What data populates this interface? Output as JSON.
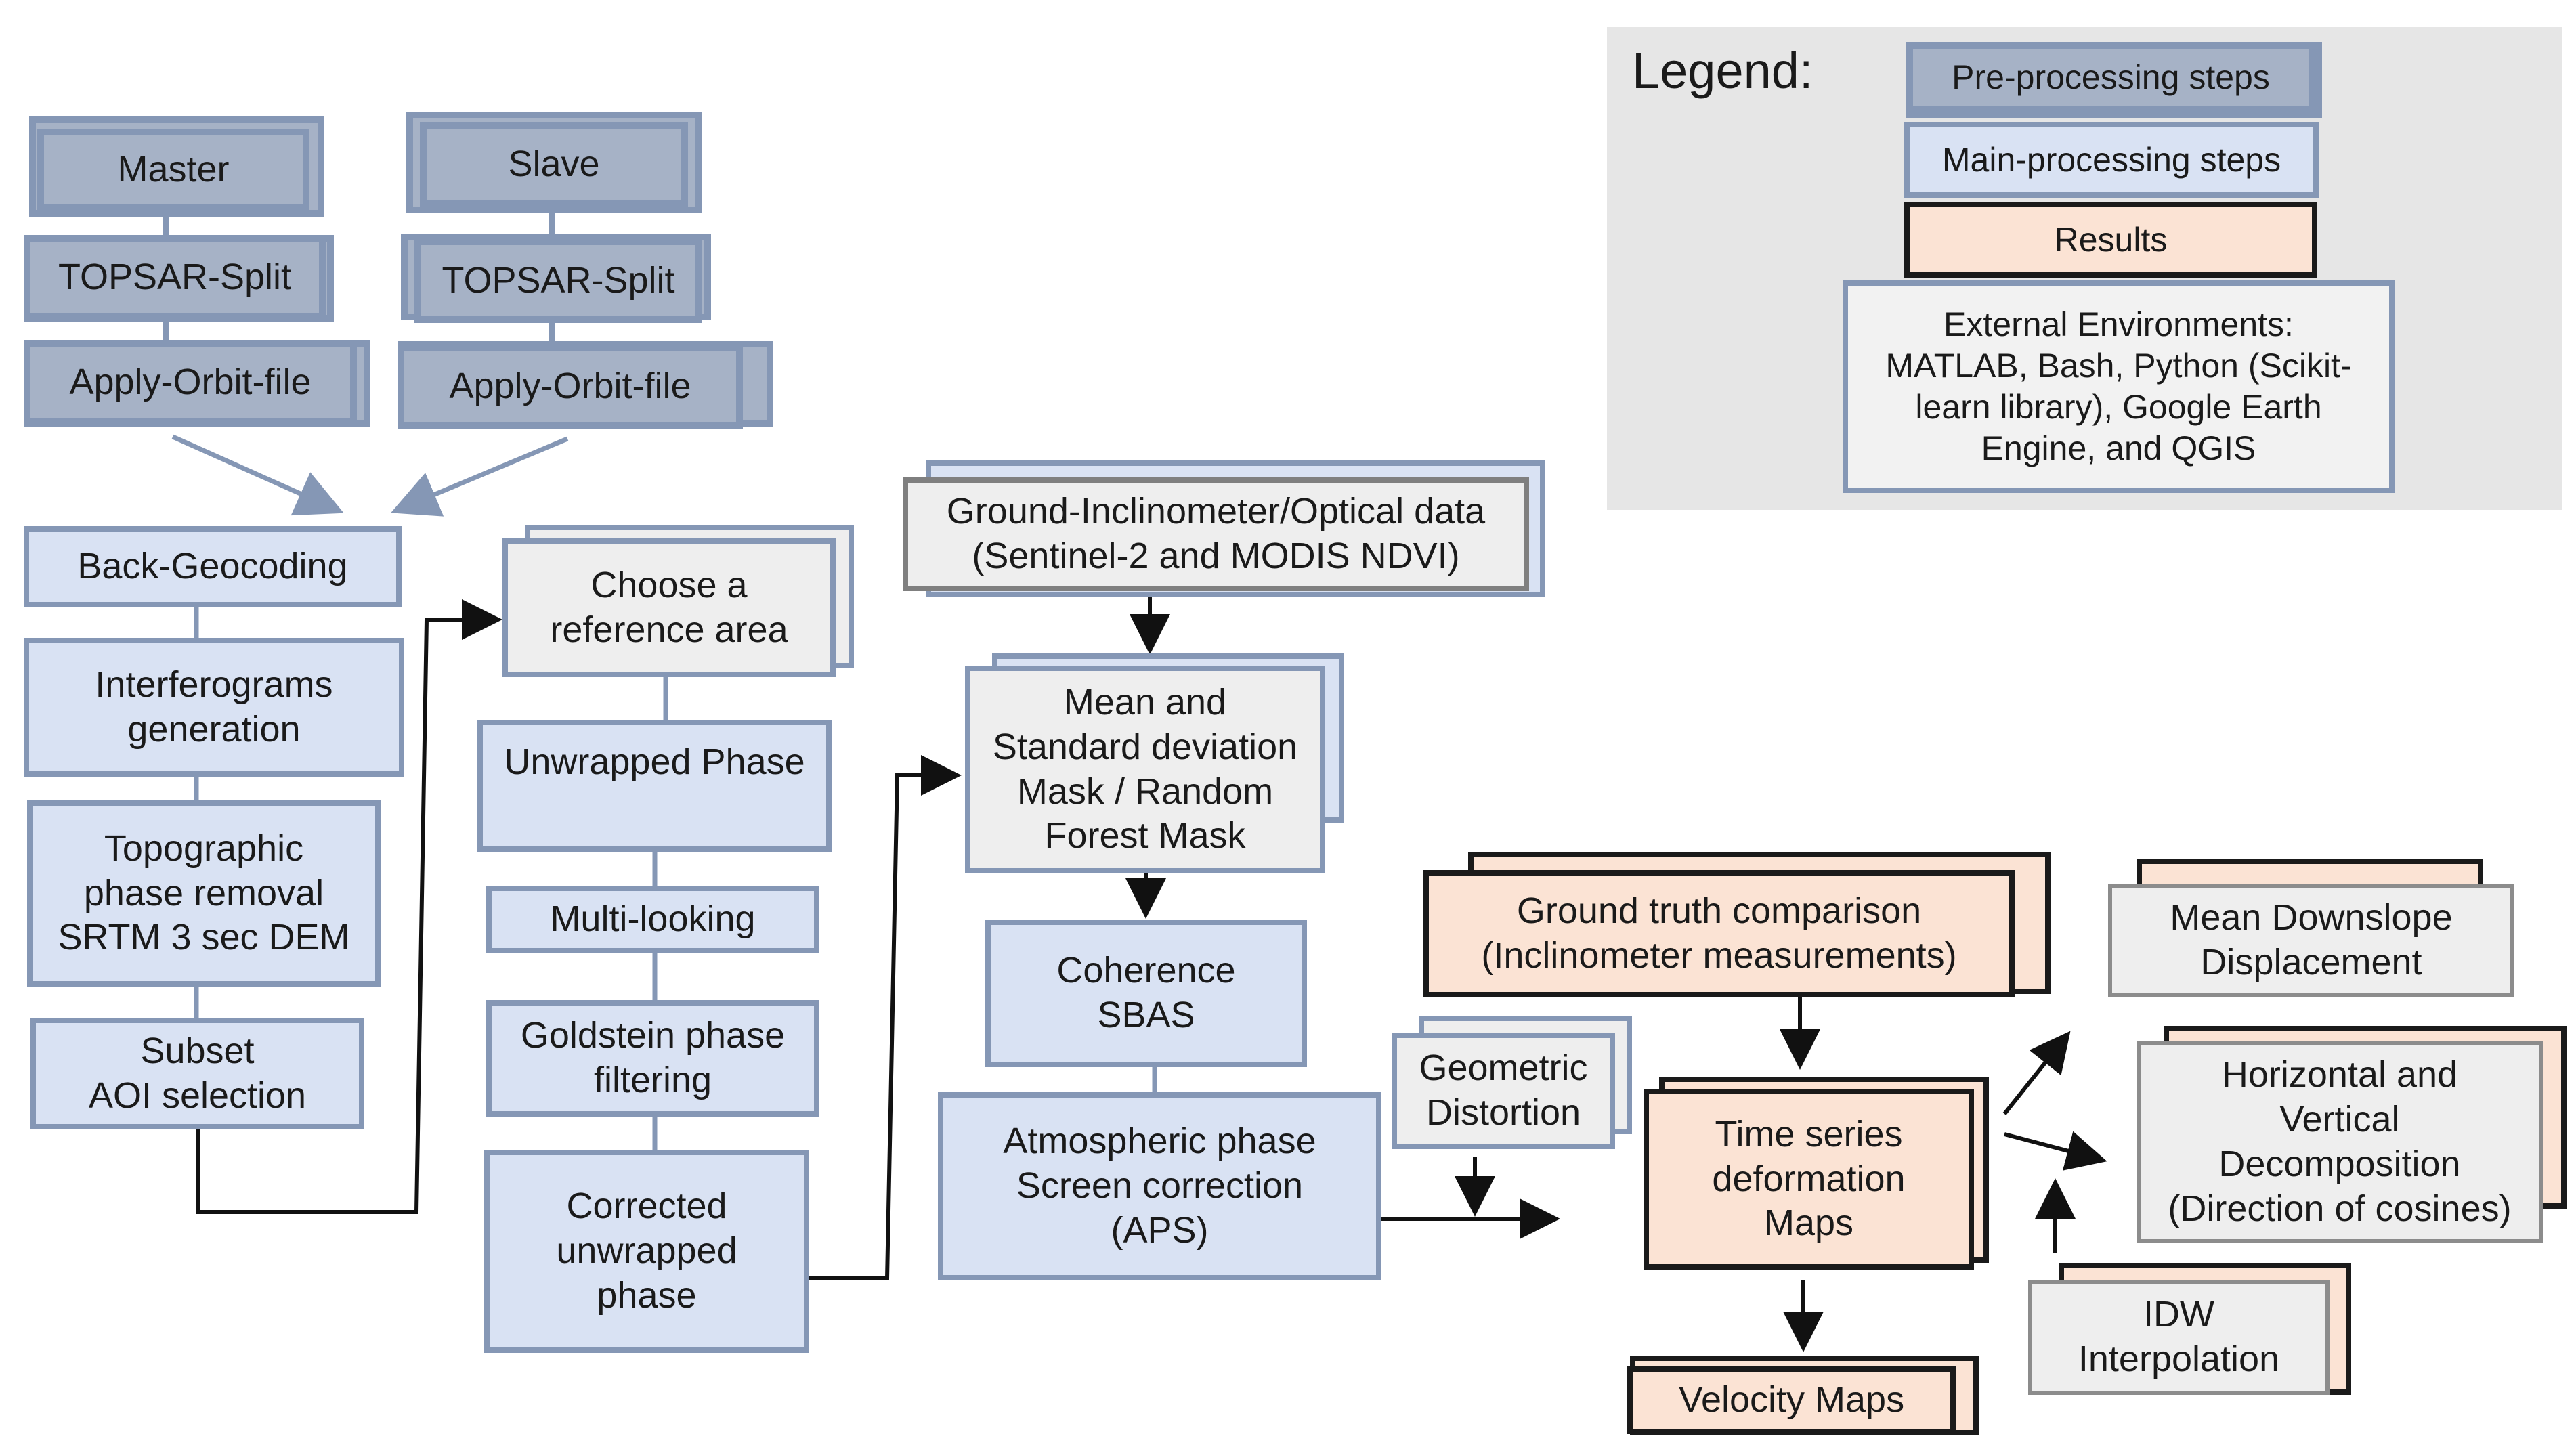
{
  "legend": {
    "title": "Legend:",
    "items": {
      "pre": "Pre-processing steps",
      "main": "Main-processing steps",
      "results": "Results",
      "external": "External Environments:\nMATLAB, Bash, Python (Scikit-\nlearn library), Google Earth\nEngine, and QGIS"
    }
  },
  "preprocessing": {
    "master": "Master",
    "slave": "Slave",
    "topsar_split": "TOPSAR-Split",
    "apply_orbit": "Apply-Orbit-file"
  },
  "processing": {
    "back_geocoding": "Back-Geocoding",
    "interferograms": "Interferograms\ngeneration",
    "topographic": "Topographic\nphase removal\nSRTM 3 sec DEM",
    "subset": "Subset\nAOI selection",
    "reference_area": "Choose a\nreference area",
    "unwrapped_phase": "Unwrapped Phase",
    "multi_looking": "Multi-looking",
    "goldstein": "Goldstein phase\nfiltering",
    "corrected": "Corrected\nunwrapped\nphase",
    "ground_data": "Ground-Inclinometer/Optical data\n(Sentinel-2 and MODIS NDVI)",
    "mask": "Mean and\nStandard deviation\nMask / Random\nForest Mask",
    "coherence": "Coherence\nSBAS",
    "atmospheric": "Atmospheric phase\nScreen correction\n(APS)",
    "geometric": "Geometric\nDistortion"
  },
  "results": {
    "ground_truth": "Ground truth comparison\n(Inclinometer measurements)",
    "time_series": "Time series\ndeformation\nMaps",
    "velocity": "Velocity Maps",
    "downslope": "Mean Downslope\nDisplacement",
    "decomposition": "Horizontal and\nVertical\nDecomposition\n(Direction of cosines)",
    "idw": "IDW\nInterpolation"
  },
  "colors": {
    "pre_fill": "#a6b2c6",
    "main_fill": "#d9e2f3",
    "result_fill": "#fbe3d4",
    "grey_fill": "#eeeeee",
    "box_border": "#8597b5",
    "legend_bg": "#e6e6e6"
  }
}
